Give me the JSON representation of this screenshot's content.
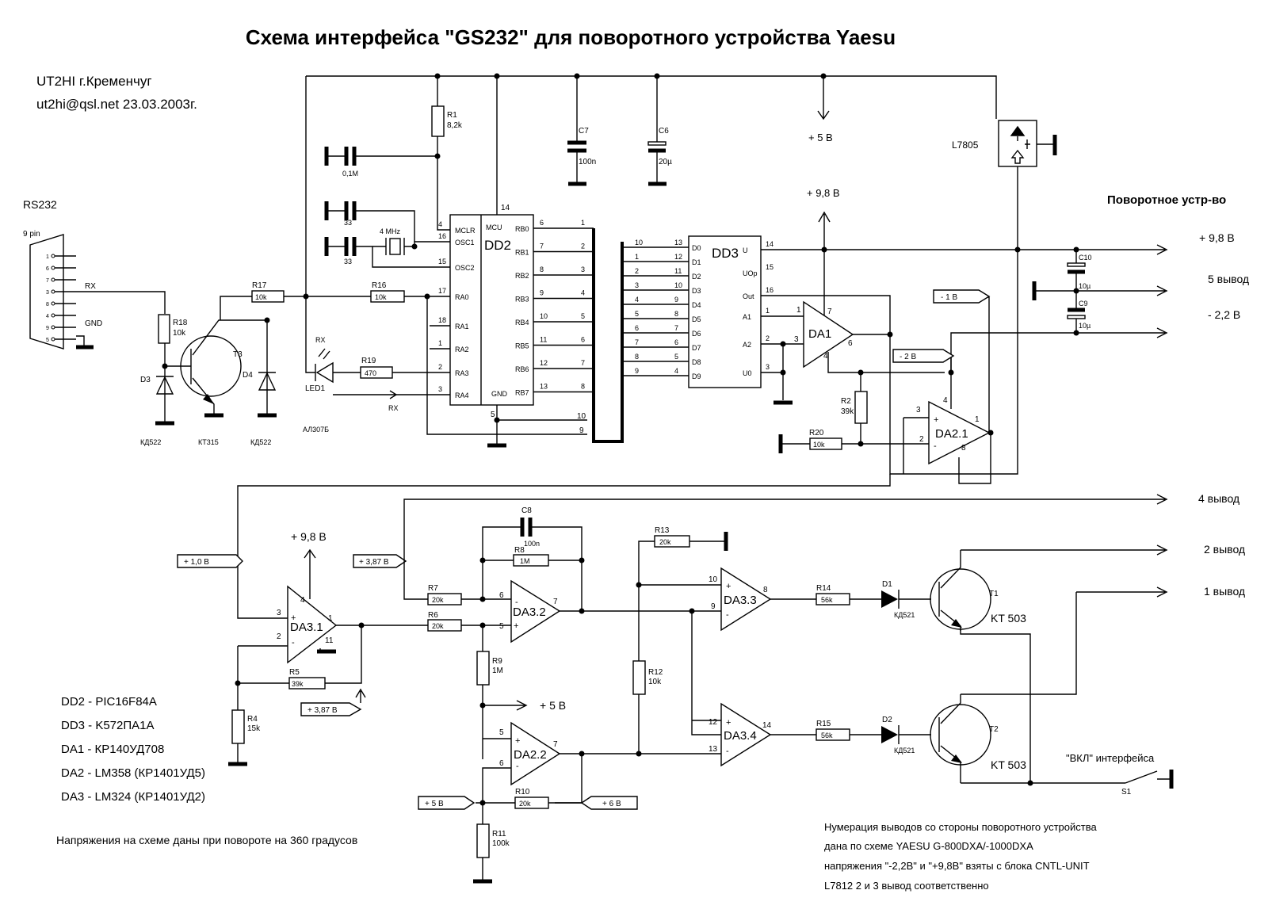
{
  "header": {
    "title": "Схема интерфейса \"GS232\" для поворотного устройства Yaesu",
    "author_line1": "UT2HI    г.Кременчуг",
    "author_line2": "ut2hi@qsl.net    23.03.2003г."
  },
  "connector": {
    "name": "RS232",
    "pins_label": "9 pin",
    "pins": [
      "1",
      "6",
      "7",
      "3",
      "8",
      "4",
      "9",
      "5"
    ],
    "rx": "RX",
    "gnd": "GND"
  },
  "device_title": "Поворотное устр-во",
  "outputs": [
    "+ 9,8 В",
    "5 вывод",
    "- 2,2 В",
    "4 вывод",
    "2 вывод",
    "1 вывод"
  ],
  "components": {
    "R1": "R1",
    "R1v": "8,2k",
    "R2": "R2",
    "R2v": "39k",
    "R4": "R4",
    "R4v": "15k",
    "R5": "R5",
    "R5v": "39k",
    "R6": "R6",
    "R6v": "20k",
    "R7": "R7",
    "R7v": "20k",
    "R8": "R8",
    "R8v": "1M",
    "R9": "R9",
    "R9v": "1M",
    "R10": "R10",
    "R10v": "20k",
    "R11": "R11",
    "R11v": "100k",
    "R12": "R12",
    "R12v": "10k",
    "R13": "R13",
    "R13v": "20k",
    "R14": "R14",
    "R14v": "56k",
    "R15": "R15",
    "R15v": "56k",
    "R16": "R16",
    "R16v": "10k",
    "R17": "R17",
    "R17v": "10k",
    "R18": "R18",
    "R18v": "10k",
    "R19": "R19",
    "R19v": "470",
    "R20": "R20",
    "R20v": "10k",
    "C6": "C6",
    "C6v": "20µ",
    "C7": "C7",
    "C7v": "100n",
    "C8": "C8",
    "C8v": "100n",
    "C9": "C9",
    "C9v": "10µ",
    "C10": "C10",
    "C10v": "10µ",
    "Cosc1": "0,1M",
    "Cosc2": "33",
    "Cosc3": "33",
    "xtal": "4 MHz",
    "T1": "T1",
    "T2": "T2",
    "T3": "T3",
    "D1": "D1",
    "D2": "D2",
    "D3": "D3",
    "D4": "D4",
    "kt503a": "KT 503",
    "kt503b": "KT 503",
    "kd521a": "КД521",
    "kd521b": "КД521",
    "kd522a": "КД522",
    "kd522b": "КД522",
    "kt315": "КТ315",
    "al307": "АЛ307Б",
    "led": "LED1",
    "rx1": "RX",
    "rx2": "RX",
    "L7805": "L7805",
    "S1": "S1",
    "switch_label": "\"ВКЛ\" интерфейса"
  },
  "dd2": {
    "name": "DD2",
    "mcu": "MCU",
    "left_pins": [
      {
        "num": "4",
        "name": "MCLR"
      },
      {
        "num": "16",
        "name": "OSC1"
      },
      {
        "num": "15",
        "name": "OSC2"
      },
      {
        "num": "17",
        "name": "RA0"
      },
      {
        "num": "18",
        "name": "RA1"
      },
      {
        "num": "1",
        "name": "RA2"
      },
      {
        "num": "2",
        "name": "RA3"
      },
      {
        "num": "3",
        "name": "RA4"
      }
    ],
    "right_pins": [
      {
        "num": "6",
        "name": "RB0",
        "bus": "1"
      },
      {
        "num": "7",
        "name": "RB1",
        "bus": "2"
      },
      {
        "num": "8",
        "name": "RB2",
        "bus": "3"
      },
      {
        "num": "9",
        "name": "RB3",
        "bus": "4"
      },
      {
        "num": "10",
        "name": "RB4",
        "bus": "5"
      },
      {
        "num": "11",
        "name": "RB5",
        "bus": "6"
      },
      {
        "num": "12",
        "name": "RB6",
        "bus": "7"
      },
      {
        "num": "13",
        "name": "RB7",
        "bus": "8"
      }
    ],
    "top_pin": "14",
    "gnd_pin": "5",
    "gnd_label": "GND",
    "extra_bus": [
      "10",
      "9"
    ]
  },
  "dd3": {
    "name": "DD3",
    "left_pins": [
      {
        "bus": "10",
        "num": "13",
        "name": "D0"
      },
      {
        "bus": "1",
        "num": "12",
        "name": "D1"
      },
      {
        "bus": "2",
        "num": "11",
        "name": "D2"
      },
      {
        "bus": "3",
        "num": "10",
        "name": "D3"
      },
      {
        "bus": "4",
        "num": "9",
        "name": "D4"
      },
      {
        "bus": "5",
        "num": "8",
        "name": "D5"
      },
      {
        "bus": "6",
        "num": "7",
        "name": "D6"
      },
      {
        "bus": "7",
        "num": "6",
        "name": "D7"
      },
      {
        "bus": "8",
        "num": "5",
        "name": "D8"
      },
      {
        "bus": "9",
        "num": "4",
        "name": "D9"
      }
    ],
    "right_pins": [
      {
        "num": "14",
        "name": "U"
      },
      {
        "num": "15",
        "name": "UOp"
      },
      {
        "num": "16",
        "name": "Out"
      },
      {
        "num": "1",
        "name": "A1"
      },
      {
        "num": "2",
        "name": "A2"
      },
      {
        "num": "3",
        "name": "U0"
      }
    ]
  },
  "opamps": {
    "DA1": "DA1",
    "DA21": "DA2.1",
    "DA22": "DA2.2",
    "DA31": "DA3.1",
    "DA32": "DA3.2",
    "DA33": "DA3.3",
    "DA34": "DA3.4"
  },
  "voltages": {
    "v5a": "+ 5 В",
    "v98a": "+ 9,8 В",
    "v98b": "+ 9,8 В",
    "v5b": "+ 5 В",
    "tag_m1": "- 1 В",
    "tag_m2": "- 2 В",
    "tag_10": "+ 1,0 В",
    "tag_387a": "+ 3,87 В",
    "tag_387b": "+ 3,87 В",
    "tag_5": "+ 5 В",
    "tag_6": "+ 6 В"
  },
  "legend": [
    "DD2 - PIC16F84A",
    "DD3 - K572ПА1А",
    "DA1 - КР140УД708",
    "DA2 - LM358 (КР1401УД5)",
    "DA3 - LM324 (КР1401УД2)"
  ],
  "note_voltages": "Напряжения на схеме даны при повороте на 360 градусов",
  "notes": [
    "Нумерация выводов со стороны поворотного устройства",
    "дана по схеме YAESU G-800DXA/-1000DXA",
    "напряжения \"-2,2В\" и \"+9,8В\" взяты с блока CNTL-UNIT",
    "L7812 2 и 3 вывод соответственно"
  ]
}
